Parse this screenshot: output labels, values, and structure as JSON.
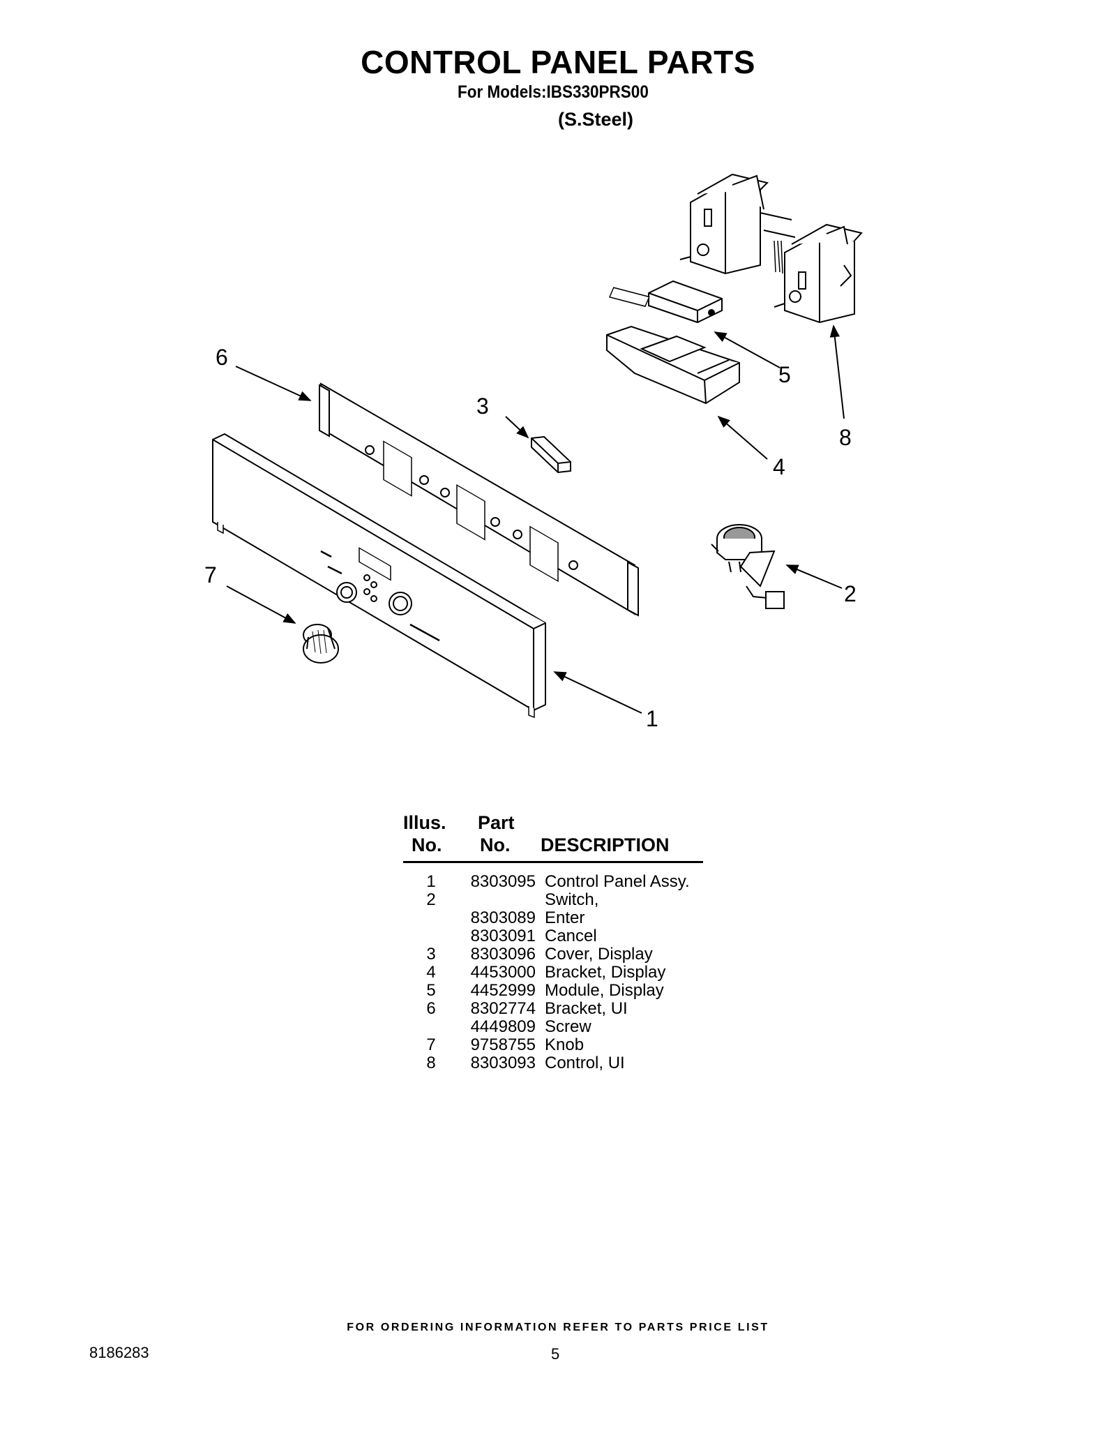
{
  "header": {
    "title": "CONTROL PANEL PARTS",
    "models_line": "For Models:IBS330PRS00",
    "finish": "(S.Steel)"
  },
  "callouts": [
    "1",
    "2",
    "3",
    "4",
    "5",
    "6",
    "7",
    "8"
  ],
  "parts_table": {
    "headers": {
      "illus_top": "Illus.",
      "illus_bottom": "No.",
      "part_top": "Part",
      "part_bottom": "No.",
      "description": "DESCRIPTION"
    },
    "rows": [
      {
        "illus": "1",
        "part": "8303095",
        "desc": "Control Panel Assy."
      },
      {
        "illus": "2",
        "part": "",
        "desc": "Switch,"
      },
      {
        "illus": "",
        "part": "8303089",
        "desc": "Enter"
      },
      {
        "illus": "",
        "part": "8303091",
        "desc": "Cancel"
      },
      {
        "illus": "3",
        "part": "8303096",
        "desc": "Cover, Display"
      },
      {
        "illus": "4",
        "part": "4453000",
        "desc": "Bracket, Display"
      },
      {
        "illus": "5",
        "part": "4452999",
        "desc": "Module, Display"
      },
      {
        "illus": "6",
        "part": "8302774",
        "desc": "Bracket, UI"
      },
      {
        "illus": "",
        "part": "4449809",
        "desc": "Screw"
      },
      {
        "illus": "7",
        "part": "9758755",
        "desc": "Knob"
      },
      {
        "illus": "8",
        "part": "8303093",
        "desc": "Control, UI"
      }
    ]
  },
  "footer": {
    "ordering_note": "FOR ORDERING INFORMATION REFER TO PARTS PRICE LIST",
    "doc_number": "8186283",
    "page_number": "5"
  }
}
